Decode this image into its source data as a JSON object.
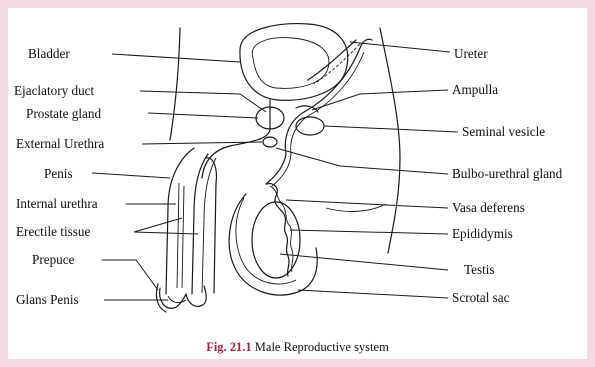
{
  "labels": {
    "bladder": "Bladder",
    "ejaculatory_duct": "Ejaclatory duct",
    "prostate_gland": "Prostate gland",
    "external_urethra": "External Urethra",
    "penis": "Penis",
    "internal_urethra": "Internal urethra",
    "erectile_tissue": "Erectile tissue",
    "prepuce": "Prepuce",
    "glans_penis": "Glans Penis",
    "ureter": "Ureter",
    "ampulla": "Ampulla",
    "seminal_vesicle": "Seminal vesicle",
    "bulbo_urethral_gland": "Bulbo-urethral gland",
    "vasa_deferens": "Vasa deferens",
    "epididymis": "Epididymis",
    "testis": "Testis",
    "scrotal_sac": "Scrotal sac"
  },
  "caption": {
    "number": "Fig. 21.1",
    "text": "Male Reproductive system"
  },
  "colors": {
    "frame": "#f2dbe0",
    "ink": "#1a1a1a",
    "caption_number": "#b0203a"
  }
}
